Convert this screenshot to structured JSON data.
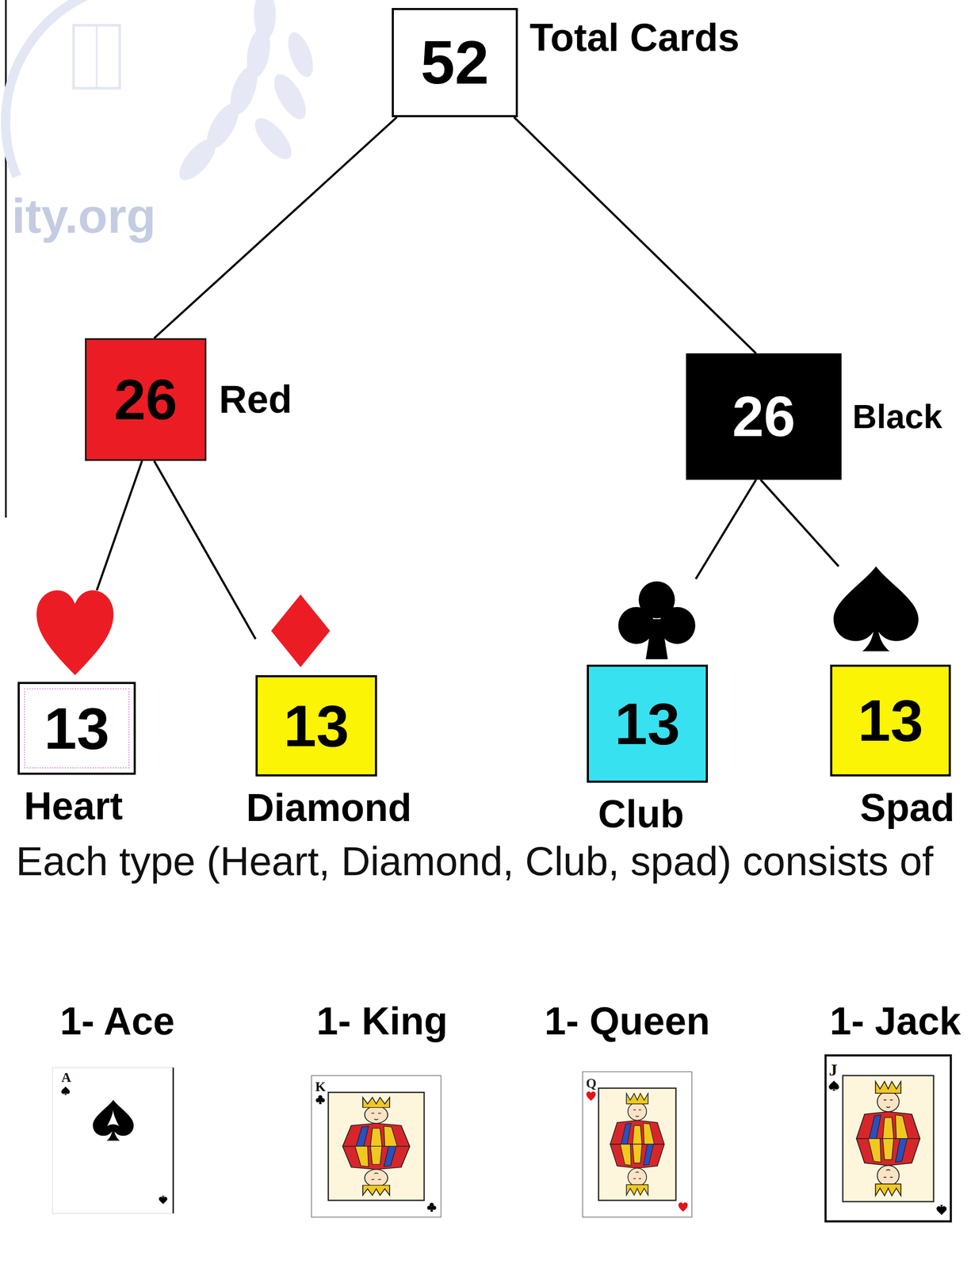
{
  "diagram": {
    "nodes": [
      {
        "text": [
          "52",
          "Total Cards"
        ]
      },
      {
        "text": [
          "26",
          "Red"
        ]
      },
      {
        "text": [
          "26",
          "Black"
        ]
      },
      {
        "text": [
          "13",
          "Heart"
        ]
      },
      {
        "text": [
          "13",
          "Diamond"
        ]
      },
      {
        "text": [
          "13",
          "Club"
        ]
      },
      {
        "text": [
          "13",
          "Spad"
        ]
      }
    ],
    "edges": [
      {
        "from": 0,
        "to": 1,
        "arrow": "none"
      },
      {
        "from": 0,
        "to": 2,
        "arrow": "none"
      },
      {
        "from": 1,
        "to": 3,
        "arrow": "none"
      },
      {
        "from": 1,
        "to": 4,
        "arrow": "none"
      },
      {
        "from": 2,
        "to": 5,
        "arrow": "none"
      },
      {
        "from": 2,
        "to": 6,
        "arrow": "none"
      }
    ],
    "labels": [
      "ity.org",
      "Each type (Heart, Diamond, Club, spad) consists of",
      "1- Ace",
      "1- King",
      "1- Queen",
      "1- Jack",
      "A",
      "K",
      "Q",
      "J"
    ]
  }
}
